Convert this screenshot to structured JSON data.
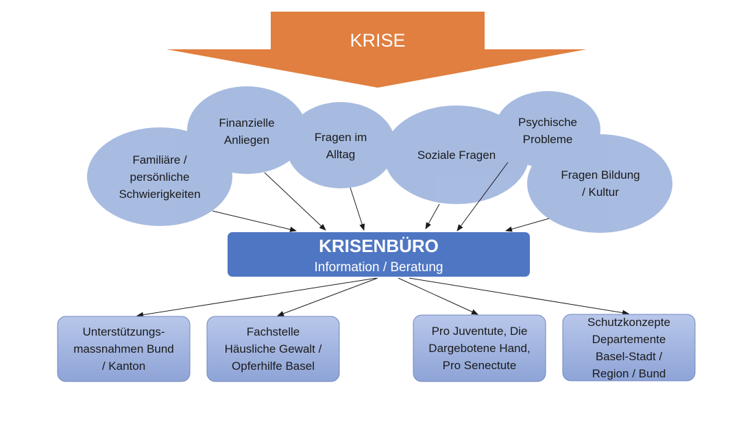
{
  "colors": {
    "arrow_fill": "#E07F3F",
    "ellipse_fill": "#8FA8D8",
    "center_fill": "#4F76C2",
    "box_fill_top": "#B8C7EA",
    "box_fill_bottom": "#8EA4D7",
    "connector": "#1a1a1a"
  },
  "crisis": {
    "label": "KRISE"
  },
  "topics": [
    {
      "id": "familiaere",
      "label": "Familiäre /\npersönliche\nSchwierigkeiten"
    },
    {
      "id": "finanzielle",
      "label": "Finanzielle\nAnliegen"
    },
    {
      "id": "alltag",
      "label": "Fragen im\nAlltag"
    },
    {
      "id": "soziale",
      "label": "Soziale Fragen"
    },
    {
      "id": "psychische",
      "label": "Psychische\nProbleme"
    },
    {
      "id": "bildung",
      "label": "Fragen Bildung\n/ Kultur"
    }
  ],
  "center": {
    "title": "KRISENBÜRO",
    "subtitle": "Information / Beratung"
  },
  "services": [
    {
      "id": "bund-kanton",
      "label": "Unterstützungs-\nmassnahmen Bund\n/ Kanton"
    },
    {
      "id": "gewalt",
      "label": "Fachstelle\nHäusliche Gewalt /\nOpferhilfe Basel"
    },
    {
      "id": "juventute",
      "label": "Pro Juventute, Die\nDargebotene Hand,\nPro Senectute"
    },
    {
      "id": "schutzkonzepte",
      "label": "Schutzkonzepte\nDepartemente\nBasel-Stadt /\nRegion / Bund"
    }
  ]
}
